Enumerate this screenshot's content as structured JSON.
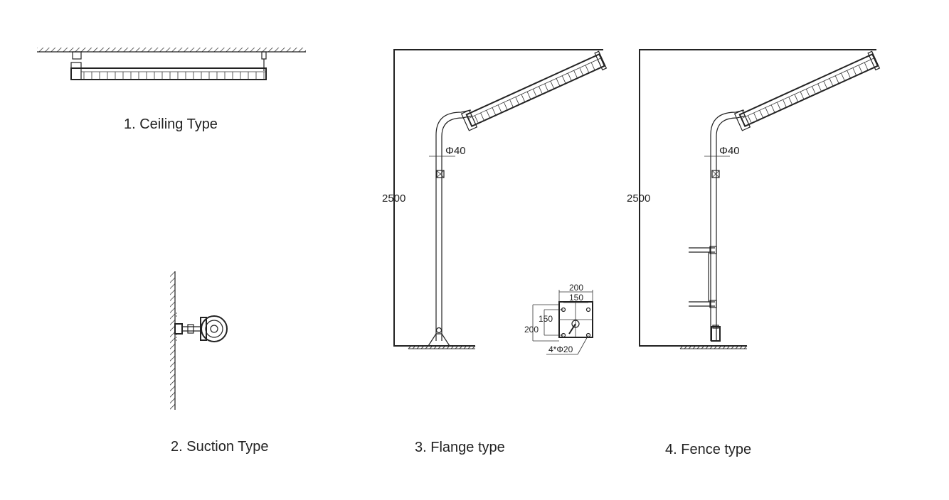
{
  "captions": {
    "ceiling": "1. Ceiling  Type",
    "suction": "2. Suction Type",
    "flange": "3. Flange type",
    "fence": "4. Fence type"
  },
  "dimensions": {
    "height_flange": "2500",
    "height_fence": "2500",
    "pole_diameter_flange": "Φ40",
    "pole_diameter_fence": "Φ40",
    "base_width_outer": "200",
    "base_width_inner": "150",
    "base_height_outer": "200",
    "base_height_inner": "150",
    "bolt_holes": "4*Φ20"
  },
  "colors": {
    "line": "#222222",
    "background": "#ffffff"
  }
}
